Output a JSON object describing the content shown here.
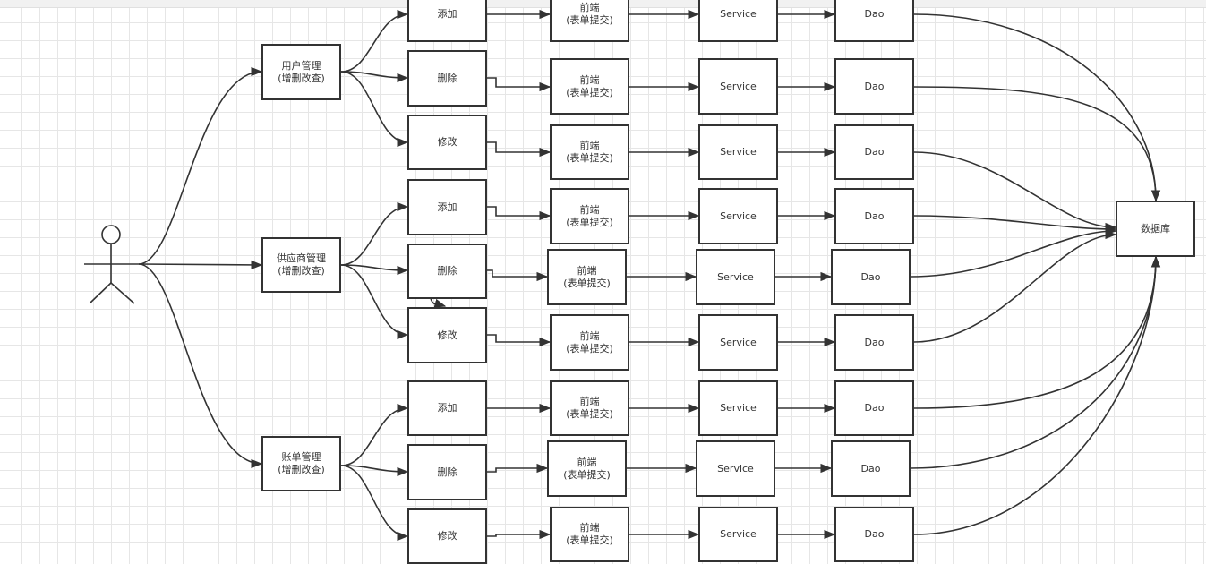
{
  "modules": [
    {
      "name": "用户管理\n(增删改查)",
      "ops": [
        "添加",
        "删除",
        "修改"
      ]
    },
    {
      "name": "供应商管理\n(增删改查)",
      "ops": [
        "添加",
        "删除",
        "修改"
      ]
    },
    {
      "name": "账单管理\n(增删改查)",
      "ops": [
        "添加",
        "删除",
        "修改"
      ]
    }
  ],
  "layers": {
    "frontend": "前端\n(表单提交)",
    "service": "Service",
    "dao": "Dao"
  },
  "database": "数据库",
  "colors": {
    "stroke": "#333333",
    "grid": "#e6e6e6"
  }
}
